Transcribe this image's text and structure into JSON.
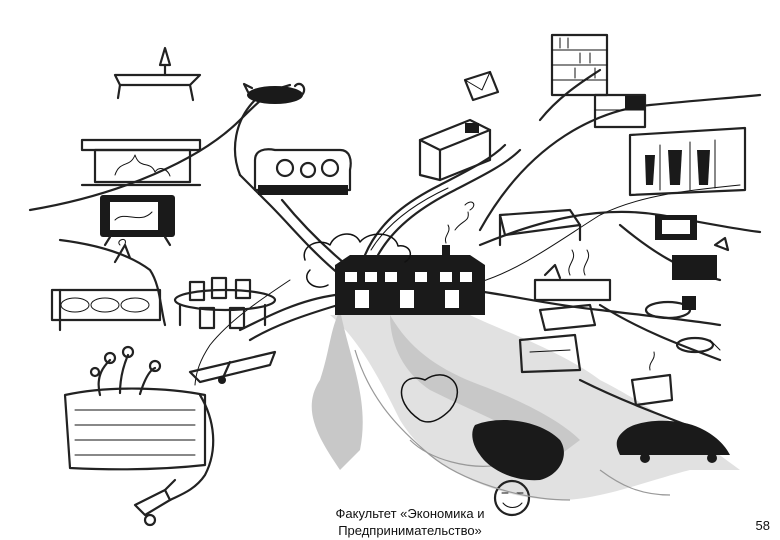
{
  "footer": {
    "line1": "Факультет «Экономика и",
    "line2": "Предпринимательство»"
  },
  "page_number": "58",
  "colors": {
    "ink": "#111111",
    "background": "#ffffff",
    "shade": "#c8c8c8"
  }
}
